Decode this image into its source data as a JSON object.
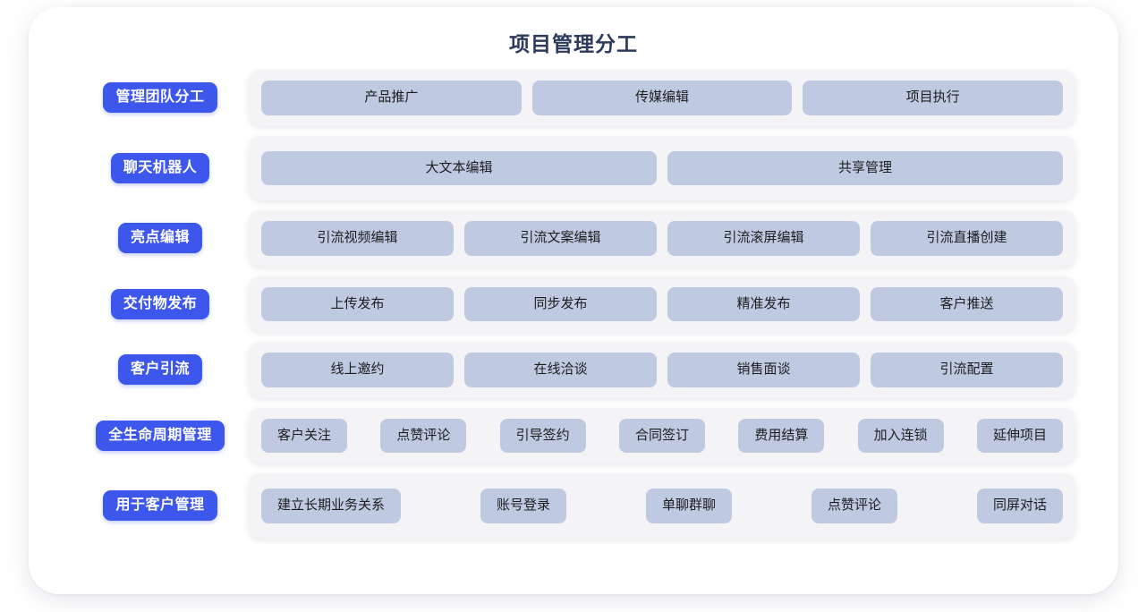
{
  "title": "项目管理分工",
  "colors": {
    "label_blue": "#3d56ec",
    "chip_blue": "#bfcae2",
    "panel_gray": "#f4f4f6",
    "title_navy": "#2d3a5c",
    "card_white": "#ffffff"
  },
  "rows": [
    {
      "label": "管理团队分工",
      "layout": "flex",
      "items": [
        "产品推广",
        "传媒编辑",
        "项目执行"
      ]
    },
    {
      "label": "聊天机器人",
      "layout": "tall",
      "items": [
        "大文本编辑",
        "共享管理"
      ]
    },
    {
      "label": "亮点编辑",
      "layout": "flex",
      "items": [
        "引流视频编辑",
        "引流文案编辑",
        "引流滚屏编辑",
        "引流直播创建"
      ]
    },
    {
      "label": "交付物发布",
      "layout": "flex",
      "items": [
        "上传发布",
        "同步发布",
        "精准发布",
        "客户推送"
      ]
    },
    {
      "label": "客户引流",
      "layout": "flex",
      "items": [
        "线上邀约",
        "在线洽谈",
        "销售面谈",
        "引流配置"
      ]
    },
    {
      "label": "全生命周期管理",
      "layout": "compact",
      "items": [
        "客户关注",
        "点赞评论",
        "引导签约",
        "合同签订",
        "费用结算",
        "加入连锁",
        "延伸项目"
      ]
    },
    {
      "label": "用于客户管理",
      "layout": "compact-tall",
      "items": [
        "建立长期业务关系",
        "账号登录",
        "单聊群聊",
        "点赞评论",
        "同屏对话"
      ]
    }
  ]
}
